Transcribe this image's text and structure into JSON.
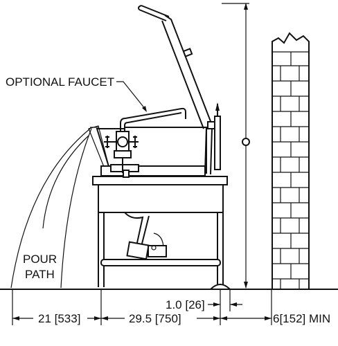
{
  "labels": {
    "optional_faucet": "OPTIONAL FAUCET",
    "pour_path_line1": "POUR",
    "pour_path_line2": "PATH",
    "dim_clearance": "1.0 [26]",
    "dim_left": "21 [533]",
    "dim_middle": "29.5 [750]",
    "dim_right": "6[152] MIN"
  }
}
